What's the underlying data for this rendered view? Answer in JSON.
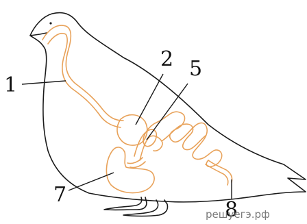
{
  "figure": {
    "labels": [
      "1",
      "2",
      "5",
      "7",
      "8"
    ],
    "watermark": "решуегэ.рф",
    "colors": {
      "outline": "#1a1a1a",
      "digestive_tract": "#E8A25A",
      "background": "#ffffff",
      "watermark": "#7a7a7a"
    }
  }
}
